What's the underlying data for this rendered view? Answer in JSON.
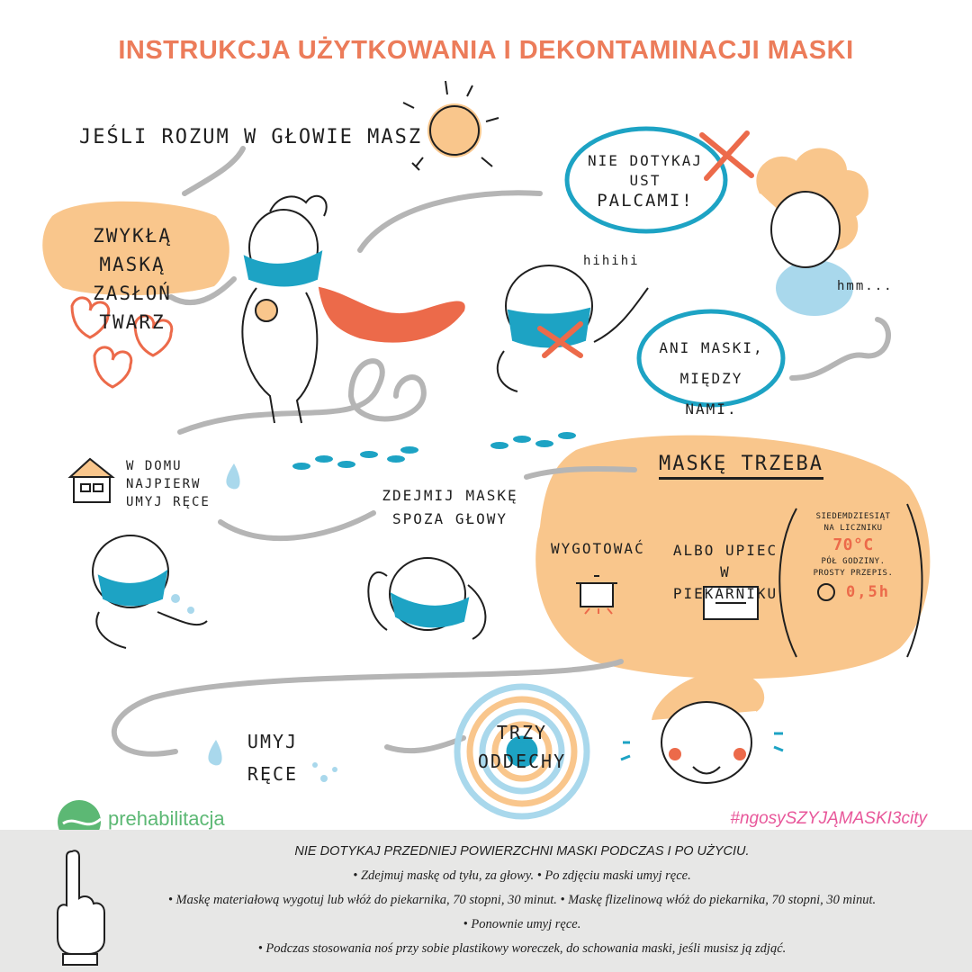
{
  "title": "INSTRUKCJA UŻYTKOWANIA I DEKONTAMINACJI MASKI",
  "intro": "JEŚLI ROZUM W GŁOWIE MASZ",
  "face_cover": [
    "ZWYKŁĄ MASKĄ",
    "ZASŁOŃ TWARZ"
  ],
  "no_touch": [
    "NIE DOTYKAJ",
    "UST",
    "PALCAMI!"
  ],
  "hihihi": "hihihi",
  "hmm": "hmm...",
  "no_share": [
    "ANI MASKI,",
    "MIĘDZY NAMI."
  ],
  "home_wash": [
    "W DOMU",
    "NAJPIERW",
    "UMYJ RĘCE"
  ],
  "remove_mask": [
    "ZDEJMIJ MASKĘ",
    "SPOZA GŁOWY"
  ],
  "mask_must": "MASKĘ TRZEBA",
  "boil": "WYGOTOWAĆ",
  "bake": [
    "ALBO UPIEC",
    "W PIEKARNIKU"
  ],
  "oven_note": {
    "seventy_words": "SIEDEMDZIESIĄT",
    "on_counter": "NA LICZNIKU",
    "temp": "70°C",
    "half_hour": "PÓŁ GODZINY.",
    "simple_recipe": "PROSTY PRZEPIS.",
    "time": "0,5h"
  },
  "wash_hands": [
    "UMYJ",
    "RĘCE"
  ],
  "breaths": [
    "TRZY",
    "ODDECHY"
  ],
  "brand": "prehabilitacja",
  "hashtag": "#ngosySZYJĄMASKI3city",
  "footer": {
    "heading": "NIE DOTYKAJ PRZEDNIEJ POWIERZCHNI MASKI PODCZAS I PO UŻYCIU.",
    "line1": "• Zdejmuj maskę od tyłu, za głowy.  • Po zdjęciu maski umyj ręce.",
    "line2": "• Maskę materiałową wygotuj lub włóż do piekarnika, 70 stopni, 30 minut.  •  Maskę flizelinową włóż do piekarnika, 70 stopni, 30 minut.",
    "line3": "• Ponownie umyj ręce.",
    "line4": "• Podczas stosowania noś przy sobie plastikowy woreczek, do schowania maski, jeśli musisz ją zdjąć."
  },
  "colors": {
    "title": "#ec7c5a",
    "peach": "#f9c68c",
    "teal": "#1da3c4",
    "coral": "#ec6a4a",
    "brand_green": "#5cb874",
    "hashtag_pink": "#e8579a",
    "footer_bg": "#e7e7e6",
    "arrow_gray": "#b5b5b5"
  }
}
